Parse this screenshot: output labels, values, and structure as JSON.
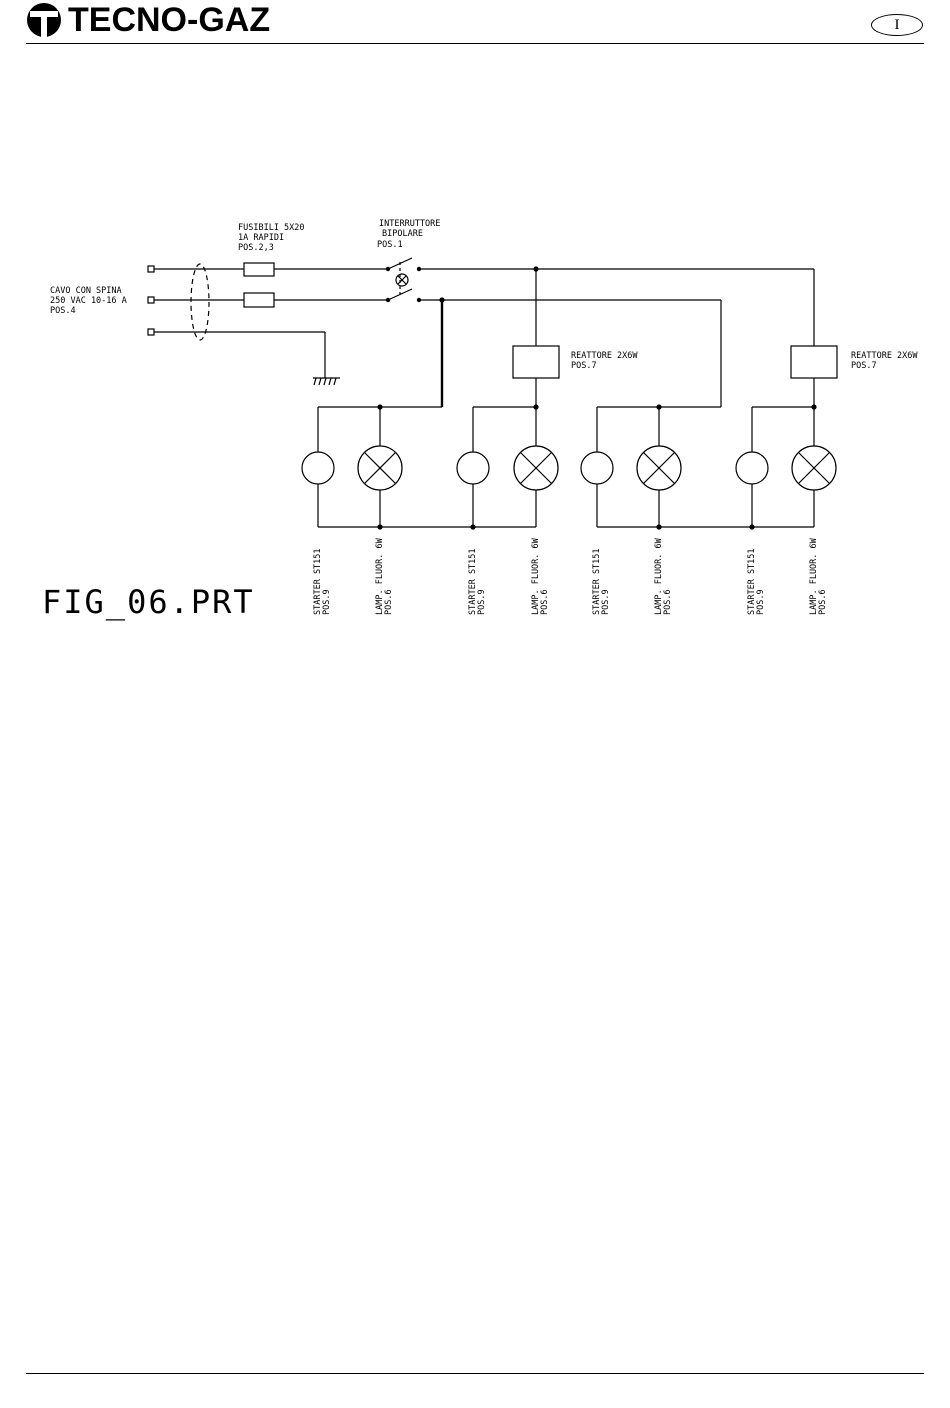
{
  "header": {
    "brand": "TECNO-GAZ",
    "language_badge": "I"
  },
  "diagram": {
    "cable_label": [
      "CAVO CON SPINA",
      "250 VAC  10-16 A",
      "POS.4"
    ],
    "fuse_label": [
      "FUSIBILI 5X20",
      "1A RAPIDI",
      "POS.2,3"
    ],
    "switch_label": [
      "INTERRUTTORE",
      "BIPOLARE",
      "POS.1"
    ],
    "ballast_label_1": [
      "REATTORE 2X6W",
      "POS.7"
    ],
    "ballast_label_2": [
      "REATTORE 2X6W",
      "POS.7"
    ],
    "starter_label": [
      "STARTER ST151",
      "POS.9"
    ],
    "lamp_label": [
      "LAMP. FLUOR. 6W",
      "POS.6"
    ],
    "figure_id": "FIG_06.PRT"
  }
}
